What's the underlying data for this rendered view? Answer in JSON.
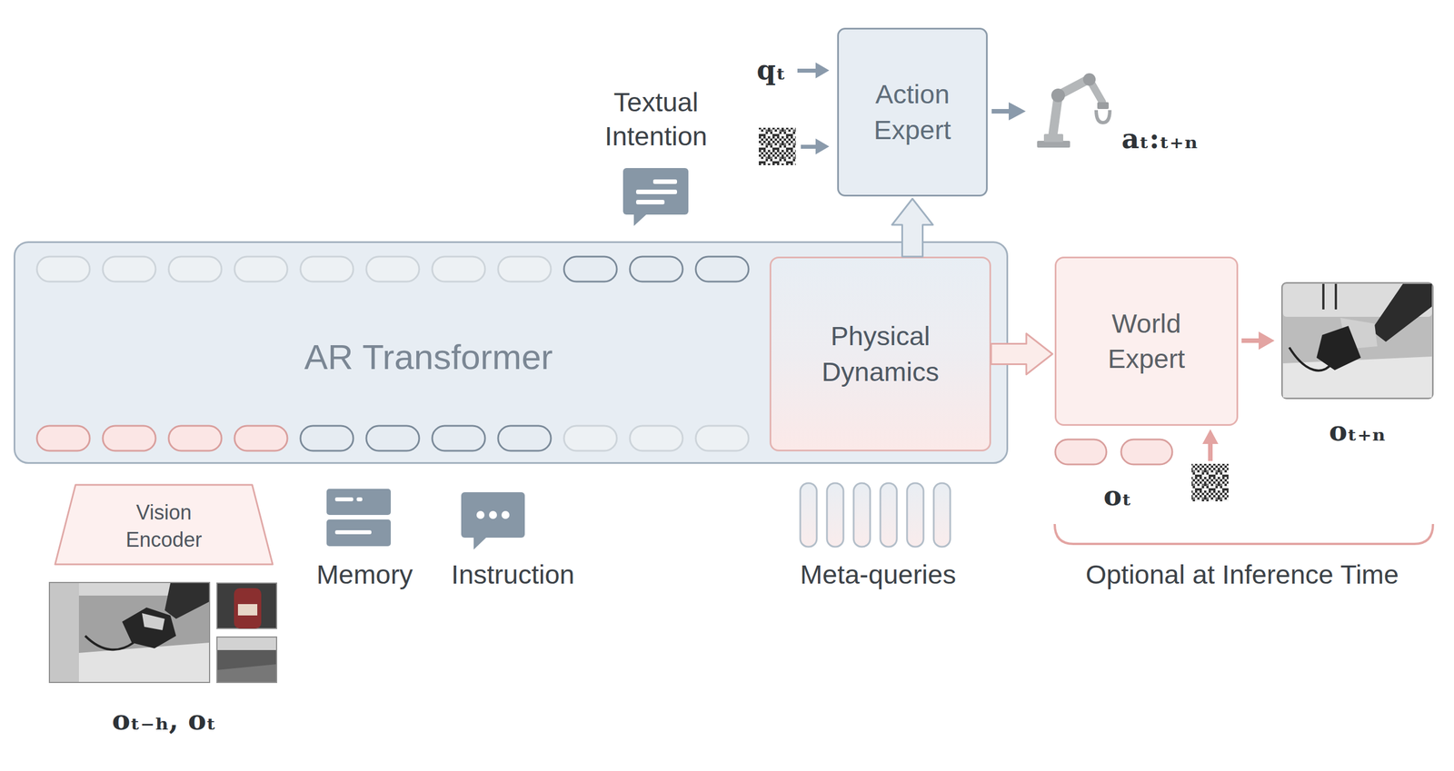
{
  "diagram": {
    "nodes": [
      {
        "text": [
          "Action Expert"
        ]
      },
      {
        "text": [
          "AR Transformer"
        ]
      },
      {
        "text": [
          "Physical Dynamics"
        ],
        "in": 1
      },
      {
        "text": [
          "World Expert"
        ]
      },
      {
        "text": [
          "Vision Encoder"
        ]
      }
    ],
    "edges": [
      {
        "from": 2,
        "to": 0,
        "arrow": "to"
      },
      {
        "from": 2,
        "to": 3,
        "arrow": "to"
      }
    ],
    "labels": [
      "Textual Intention",
      "qₜ",
      "aₜ:ₜ₊ₙ",
      "oₜ₊ₙ",
      "oₜ",
      "Optional at Inference Time",
      "oₜ₋ₕ, oₜ",
      "Memory",
      "Instruction",
      "Meta-queries"
    ]
  }
}
